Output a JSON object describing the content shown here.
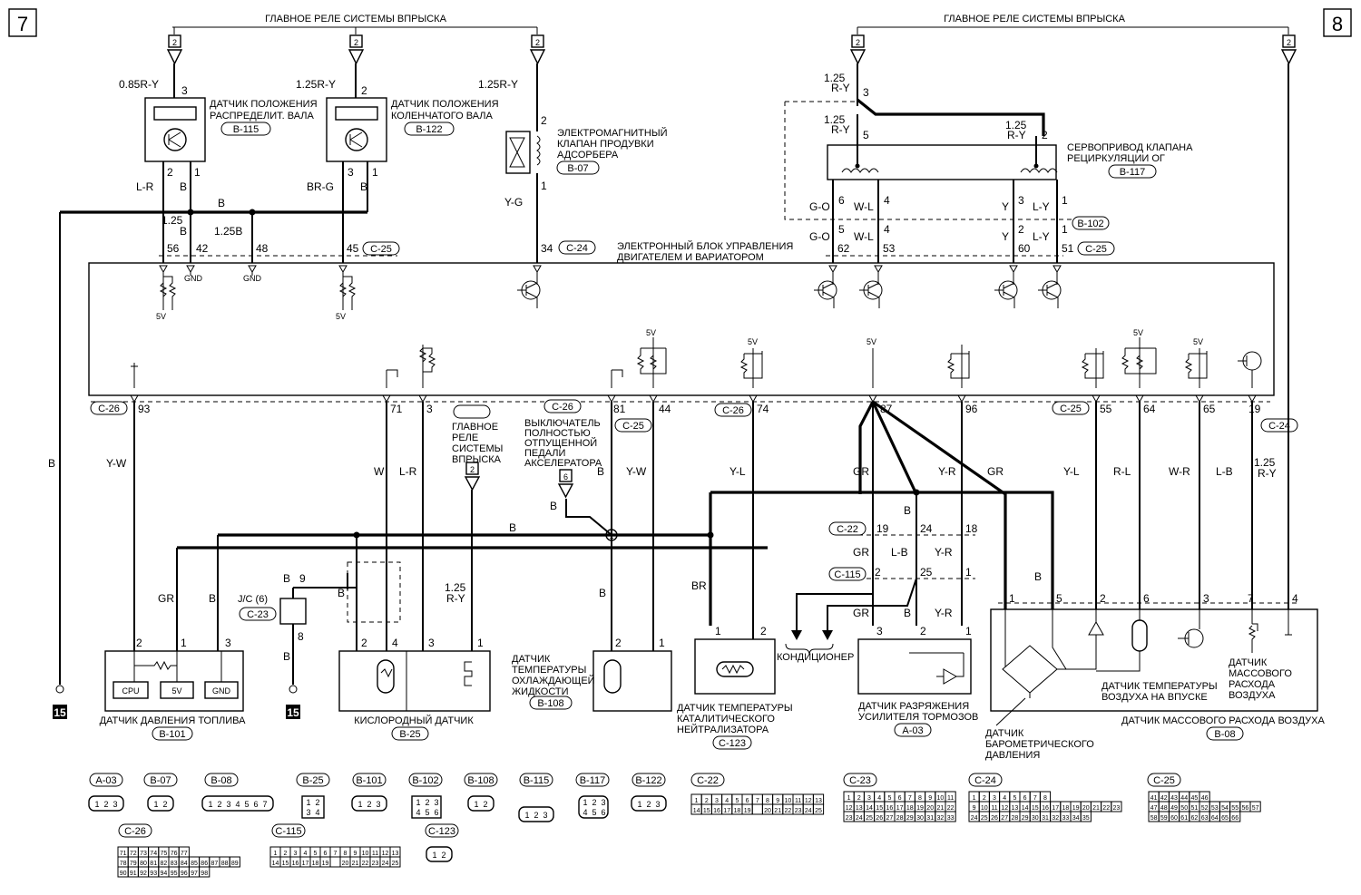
{
  "pages": {
    "left": "7",
    "right": "8"
  },
  "main_relay": "ГЛАВНОЕ РЕЛЕ СИСТЕМЫ ВПРЫСКА",
  "ecu": {
    "title_1": "ЭЛЕКТРОННЫЙ БЛОК УПРАВЛЕНИЯ",
    "title_2": "ДВИГАТЕЛЕМ И ВАРИАТОРОМ"
  },
  "ref_2": "2",
  "ref_6": "6",
  "ground_ref": "15",
  "gnd": "GND",
  "v5": "5V",
  "components": {
    "cam_sensor": {
      "l1": "ДАТЧИК ПОЛОЖЕНИЯ",
      "l2": "РАСПРЕДЕЛИТ. ВАЛА",
      "code": "B-115"
    },
    "crank_sensor": {
      "l1": "ДАТЧИК ПОЛОЖЕНИЯ",
      "l2": "КОЛЕНЧАТОГО ВАЛА",
      "code": "B-122"
    },
    "purge_valve": {
      "l1": "ЭЛЕКТРОМАГНИТНЫЙ",
      "l2": "КЛАПАН ПРОДУВКИ",
      "l3": "АДСОРБЕРА",
      "code": "B-07"
    },
    "egr_servo": {
      "l1": "СЕРВОПРИВОД КЛАПАНА",
      "l2": "РЕЦИРКУЛЯЦИИ ОГ",
      "code": "B-117"
    },
    "fuel_pressure": {
      "l1": "ДАТЧИК ДАВЛЕНИЯ ТОПЛИВА",
      "code": "B-101",
      "cpu": "CPU"
    },
    "oxygen": {
      "l1": "КИСЛОРОДНЫЙ ДАТЧИК",
      "code": "B-25"
    },
    "coolant": {
      "l1": "ДАТЧИК",
      "l2": "ТЕМПЕРАТУРЫ",
      "l3": "ОХЛАЖДАЮЩЕЙ",
      "l4": "ЖИДКОСТИ",
      "code": "B-108"
    },
    "catalyst": {
      "l1": "ДАТЧИК ТЕМПЕРАТУРЫ",
      "l2": "КАТАЛИТИЧЕСКОГО",
      "l3": "НЕЙТРАЛИЗАТОРА",
      "code": "C-123"
    },
    "brake_vacuum": {
      "l1": "ДАТЧИК РАЗРЯЖЕНИЯ",
      "l2": "УСИЛИТЕЛЯ ТОРМОЗОВ",
      "code": "A-03"
    },
    "maf": {
      "l1": "ДАТЧИК МАССОВОГО РАСХОДА ВОЗДУХА",
      "code": "B-08"
    },
    "intake_temp": {
      "l1": "ДАТЧИК ТЕМПЕРАТУРЫ",
      "l2": "ВОЗДУХА НА ВПУСКЕ"
    },
    "baro": {
      "l1": "ДАТЧИК",
      "l2": "БАРОМЕТРИЧЕСКОГО",
      "l3": "ДАВЛЕНИЯ"
    },
    "maf_sub": {
      "l1": "ДАТЧИК",
      "l2": "МАССОВОГО",
      "l3": "РАСХОДА",
      "l4": "ВОЗДУХА"
    },
    "aircon": "КОНДИЦИОНЕР",
    "relay_note": {
      "l1": "ГЛАВНОЕ",
      "l2": "РЕЛЕ",
      "l3": "СИСТЕМЫ",
      "l4": "ВПРЫСКА"
    },
    "pedal_switch": {
      "l1": "ВЫКЛЮЧАТЕЛЬ",
      "l2": "ПОЛНОСТЬЮ",
      "l3": "ОТПУЩЕННОЙ",
      "l4": "ПЕДАЛИ",
      "l5": "АКСЕЛЕРАТОРА"
    }
  },
  "connectors": {
    "c22": "C-22",
    "c23": "C-23",
    "c24": "C-24",
    "c25": "C-25",
    "c26": "C-26",
    "c115": "C-115",
    "b102": "B-102",
    "jc6": "J/C (6)"
  },
  "wire_labels": {
    "w085ry": "0.85R-Y",
    "w125ry": "1.25R-Y",
    "w125": "1.25",
    "ry": "R-Y",
    "lr": "L-R",
    "b": "B",
    "brg": "BR-G",
    "yg": "Y-G",
    "b125": "1.25B",
    "go": "G-O",
    "wl": "W-L",
    "y": "Y",
    "ly": "L-Y",
    "yw": "Y-W",
    "gr": "GR",
    "w": "W",
    "yl": "Y-L",
    "yr": "Y-R",
    "rl": "R-L",
    "wr": "W-R",
    "lb": "L-B",
    "br": "BR",
    "lbw": "L-B"
  },
  "pins": {
    "p1": "1",
    "p2": "2",
    "p3": "3",
    "p4": "4",
    "p5": "5",
    "p6": "6",
    "p7": "7",
    "p8": "8",
    "p9": "9",
    "p18": "18",
    "p19": "19",
    "p24": "24",
    "p25": "25",
    "e56": "56",
    "e42": "42",
    "e48": "48",
    "e45": "45",
    "e34": "34",
    "e62": "62",
    "e53": "53",
    "e60": "60",
    "e51": "51",
    "e93": "93",
    "e71": "71",
    "e3": "3",
    "e81": "81",
    "e44": "44",
    "e74": "74",
    "e87": "87",
    "e96": "96",
    "e55": "55",
    "e64": "64",
    "e65": "65",
    "e19": "19"
  },
  "legend": {
    "row1": [
      "A-03",
      "B-07",
      "B-08",
      "B-25",
      "B-101",
      "B-102",
      "B-108",
      "B-115",
      "B-117",
      "B-122",
      "C-22",
      "C-23",
      "C-24",
      "C-25"
    ],
    "row2": [
      "C-26",
      "C-115",
      "C-123"
    ],
    "a03_pins": [
      "1",
      "2",
      "3"
    ],
    "b07_pins": [
      "1",
      "2"
    ],
    "b08_pins": [
      "1",
      "2",
      "3",
      "4",
      "5",
      "6",
      "7"
    ],
    "b25_pins": [
      "1",
      "2",
      "3",
      "4"
    ],
    "b101_pins": [
      "1",
      "2",
      "3"
    ],
    "b102_pins": [
      "1",
      "2",
      "3",
      "4",
      "5",
      "6"
    ],
    "b108_pins": [
      "1",
      "2"
    ],
    "b115_pins": [
      "1",
      "2",
      "3"
    ],
    "b117_pins": [
      "1",
      "2",
      "3",
      "4",
      "5",
      "6"
    ],
    "b122_pins": [
      "1",
      "2",
      "3"
    ],
    "c123_pins": [
      "1",
      "2"
    ],
    "c22_row1": [
      "1",
      "2",
      "3",
      "4",
      "5",
      "6",
      "7",
      "8",
      "9",
      "10",
      "11",
      "12",
      "13"
    ],
    "c22_row2": [
      "14",
      "15",
      "16",
      "17",
      "18",
      "19",
      "",
      "20",
      "21",
      "22",
      "23",
      "24",
      "25"
    ],
    "c23_row1": [
      "1",
      "2",
      "3",
      "4",
      "5",
      "6",
      "7",
      "8",
      "9",
      "10",
      "11"
    ],
    "c23_row2": [
      "12",
      "13",
      "14",
      "15",
      "16",
      "17",
      "18",
      "19",
      "20",
      "21",
      "22"
    ],
    "c23_row3": [
      "23",
      "24",
      "25",
      "26",
      "27",
      "28",
      "29",
      "30",
      "31",
      "32",
      "33"
    ],
    "c24_row1": [
      "1",
      "2",
      "3",
      "4",
      "5",
      "6",
      "7",
      "8"
    ],
    "c24_row2": [
      "9",
      "10",
      "11",
      "12",
      "13",
      "14",
      "15",
      "16",
      "17",
      "18",
      "19",
      "20",
      "21",
      "22",
      "23"
    ],
    "c24_row3": [
      "24",
      "25",
      "26",
      "27",
      "28",
      "29",
      "30",
      "31",
      "32",
      "33",
      "34",
      "35"
    ],
    "c25_row1": [
      "41",
      "42",
      "43",
      "44",
      "45",
      "46"
    ],
    "c25_row2": [
      "47",
      "48",
      "49",
      "50",
      "51",
      "52",
      "53",
      "54",
      "55",
      "56",
      "57"
    ],
    "c25_row3": [
      "58",
      "59",
      "60",
      "61",
      "62",
      "63",
      "64",
      "65",
      "66"
    ],
    "c26_row1": [
      "71",
      "72",
      "73",
      "74",
      "75",
      "76",
      "77"
    ],
    "c26_row2": [
      "78",
      "79",
      "80",
      "81",
      "82",
      "83",
      "84",
      "85",
      "86",
      "87",
      "88",
      "89"
    ],
    "c26_row3": [
      "90",
      "91",
      "92",
      "93",
      "94",
      "95",
      "96",
      "97",
      "98"
    ],
    "c115_row1": [
      "1",
      "2",
      "3",
      "4",
      "5",
      "6",
      "7",
      "8",
      "9",
      "10",
      "11",
      "12",
      "13"
    ],
    "c115_row2": [
      "14",
      "15",
      "16",
      "17",
      "18",
      "19",
      "",
      "20",
      "21",
      "22",
      "23",
      "24",
      "25"
    ]
  }
}
